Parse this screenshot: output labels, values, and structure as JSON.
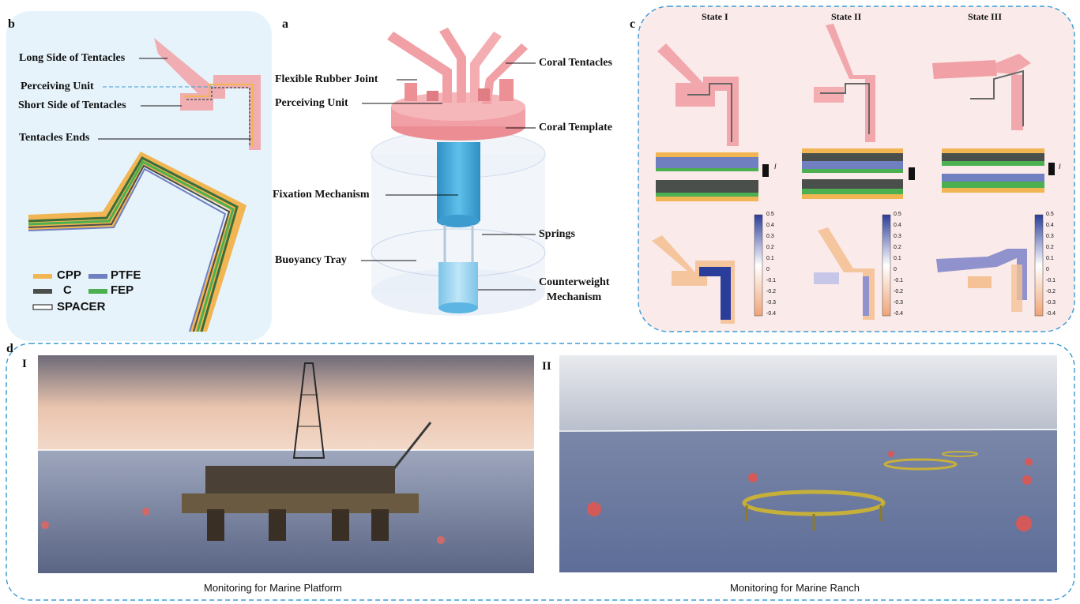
{
  "panels": {
    "a": {
      "letter": "a",
      "labels": {
        "flexible_rubber_joint": "Flexible Rubber Joint",
        "perceiving_unit": "Perceiving Unit",
        "coral_tentacles": "Coral Tentacles",
        "coral_template": "Coral Template",
        "fixation_mechanism": "Fixation Mechanism",
        "springs": "Springs",
        "buoyancy_tray": "Buoyancy Tray",
        "counterweight_line1": "Counterweight",
        "counterweight_line2": "Mechanism"
      }
    },
    "b": {
      "letter": "b",
      "labels": {
        "long_side": "Long Side of Tentacles",
        "perceiving_unit": "Perceiving Unit",
        "short_side": "Short Side of Tentacles",
        "tentacles_ends": "Tentacles Ends"
      },
      "legend": [
        {
          "name": "CPP",
          "color": "#f2b553"
        },
        {
          "name": "PTFE",
          "color": "#6f7fbf"
        },
        {
          "name": "C",
          "color": "#4a4f4c"
        },
        {
          "name": "FEP",
          "color": "#4caf50"
        },
        {
          "name": "SPACER",
          "color": "#ffffff"
        }
      ]
    },
    "c": {
      "letter": "c",
      "states": [
        "State I",
        "State II",
        "State III"
      ],
      "colorbar_ticks": [
        "0.5",
        "0.4",
        "0.3",
        "0.2",
        "0.1",
        "0",
        "-0.1",
        "-0.2",
        "-0.3",
        "-0.4"
      ],
      "current_symbol": "I"
    },
    "d": {
      "letter": "d",
      "sub1": "I",
      "sub2": "II",
      "caption1": "Monitoring for Marine Platform",
      "caption2": "Monitoring for Marine Ranch"
    }
  },
  "colors": {
    "tentacle_pink": "#f1a0a5",
    "dashed_border": "#3a9bd5",
    "panel_b_bg": "#e6f3fb",
    "panel_c_bg": "#fbeaea",
    "cylinder_blue": "#4aa9d8"
  }
}
